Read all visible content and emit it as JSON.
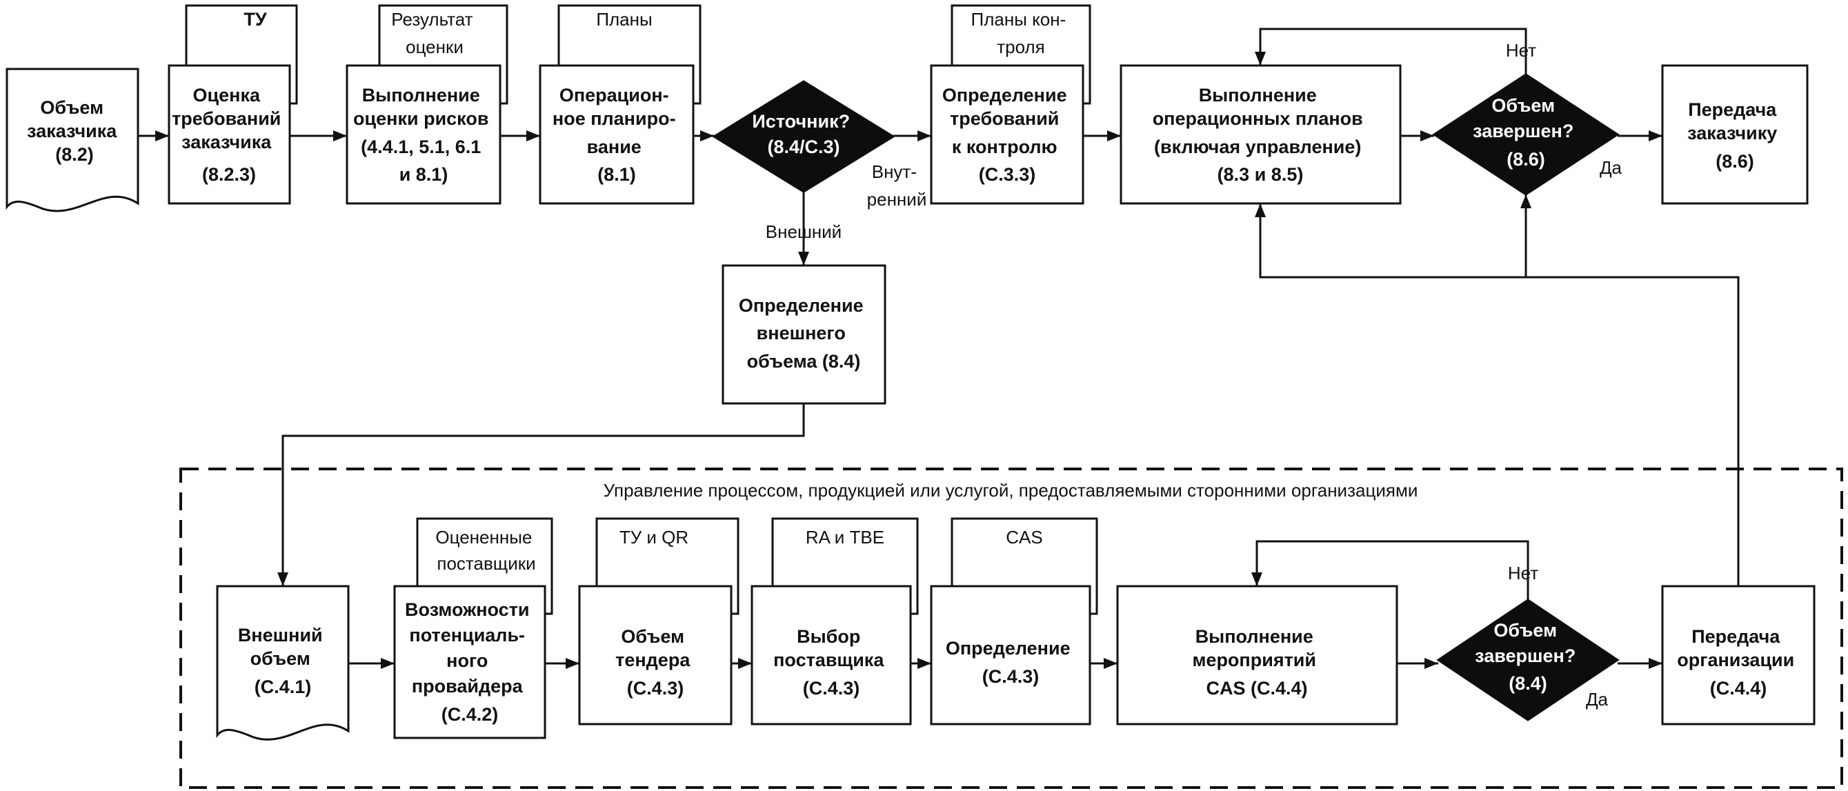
{
  "top": {
    "customer_scope": [
      "Объем",
      "заказчика",
      "(8.2)"
    ],
    "assess_requirements": [
      "Оценка",
      "требований",
      "заказчика",
      "(8.2.3)"
    ],
    "tu_doc": "ТУ",
    "risk_assessment": [
      "Выполнение",
      "оценки рисков",
      "(4.4.1, 5.1, 6.1",
      "и 8.1)"
    ],
    "risk_result_doc": [
      "Результат",
      "оценки"
    ],
    "operational_planning": [
      "Операцион-",
      "ное планиро-",
      "вание",
      "(8.1)"
    ],
    "plans_doc": "Планы",
    "source_decision": [
      "Источник?",
      "(8.4/С.3)"
    ],
    "internal_label": [
      "Внут-",
      "ренний"
    ],
    "external_label": "Внешний",
    "control_requirements": [
      "Определение",
      "требований",
      "к контролю",
      "(С.3.3)"
    ],
    "control_plans_doc": [
      "Планы кон-",
      "троля"
    ],
    "execute_plans": [
      "Выполнение",
      "операционных планов",
      "(включая управление)",
      "(8.3 и 8.5)"
    ],
    "scope_complete_decision": [
      "Объем",
      "завершен?",
      "(8.6)"
    ],
    "no_label": "Нет",
    "yes_label": "Да",
    "deliver_customer": [
      "Передача",
      "заказчику",
      "(8.6)"
    ],
    "external_scope_definition": [
      "Определение",
      "внешнего",
      "объема (8.4)"
    ]
  },
  "bottom": {
    "group_title": "Управление процессом, продукцией или услугой, предоставляемыми сторонними организациями",
    "external_scope": [
      "Внешний",
      "объем",
      "(С.4.1)"
    ],
    "provider_capabilities": [
      "Возможности",
      "потенциаль-",
      "ного",
      "провайдера",
      "(С.4.2)"
    ],
    "assessed_suppliers_doc": [
      "Оцененные",
      "поставщики"
    ],
    "tender_scope": [
      "Объем",
      "тендера",
      "(С.4.3)"
    ],
    "tu_qr_doc": "ТУ и QR",
    "supplier_selection": [
      "Выбор",
      "поставщика",
      "(С.4.3)"
    ],
    "ra_tbe_doc": "RA и TBE",
    "definition": [
      "Определение",
      "(С.4.3)"
    ],
    "cas_doc": "CAS",
    "execute_cas": [
      "Выполнение",
      "мероприятий",
      "CAS (С.4.4)"
    ],
    "scope_complete_decision": [
      "Объем",
      "завершен?",
      "(8.4)"
    ],
    "no_label": "Нет",
    "yes_label": "Да",
    "transfer_org": [
      "Передача",
      "организации",
      "(С.4.4)"
    ]
  }
}
